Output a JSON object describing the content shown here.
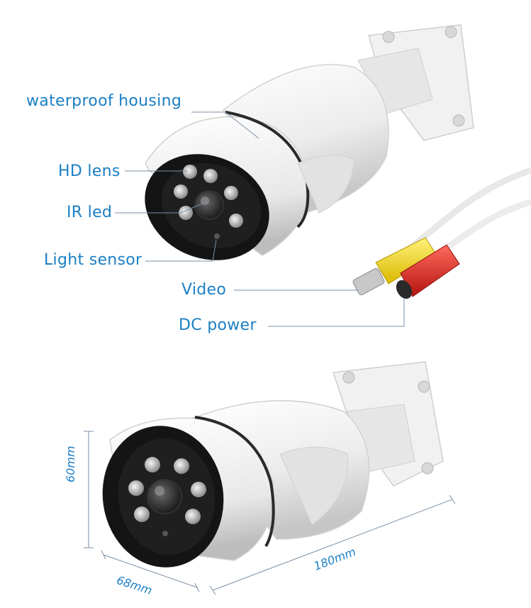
{
  "callouts": {
    "waterproof_housing": "waterproof housing",
    "hd_lens": "HD lens",
    "ir_led": "IR led",
    "light_sensor": "Light sensor",
    "video": "Video",
    "dc_power": "DC power"
  },
  "dimensions": {
    "height": "60mm",
    "depth": "68mm",
    "length": "180mm"
  },
  "colors": {
    "label_blue": "#1b7fc4",
    "leader_line": "#7a8fa6",
    "housing_white": "#f4f4f4",
    "housing_shadow": "#c9c9c9",
    "face_black": "#161616",
    "cable_yellow": "#f2d20f",
    "cable_red": "#d9231c"
  }
}
